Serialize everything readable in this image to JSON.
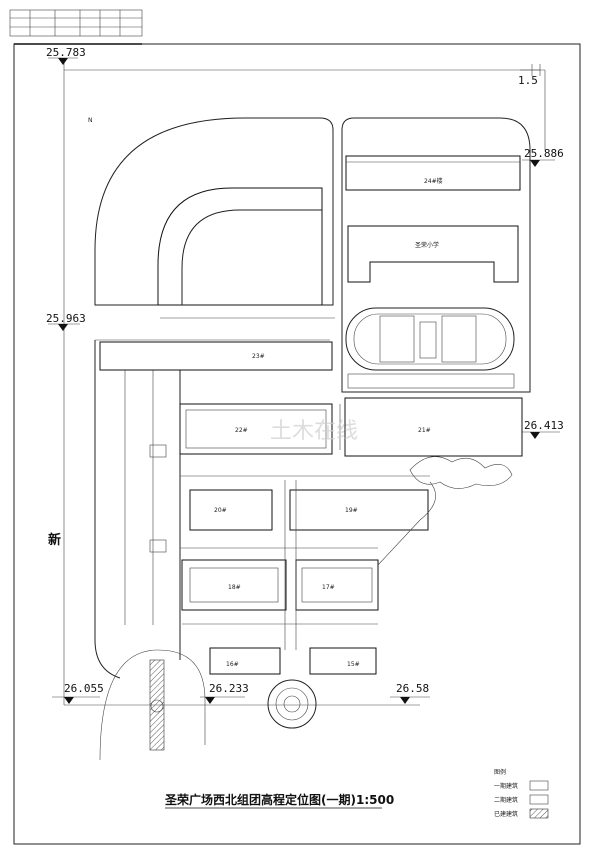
{
  "elevations": {
    "e1": "25.783",
    "e2": "1.5",
    "e3": "25.886",
    "e4": "25.963",
    "e5": "26.413",
    "e6": "26.055",
    "e7": "26.233",
    "e8": "26.58"
  },
  "north_mark": "N",
  "side_label": "新",
  "buildings": {
    "b24": "24#楼",
    "school": "圣荣小学",
    "b23": "23#",
    "b22": "22#",
    "b21": "21#",
    "b20": "20#",
    "b19": "19#",
    "b18": "18#",
    "b17": "17#",
    "b16": "16#",
    "b15": "15#"
  },
  "legend": {
    "heading": "图例",
    "item1": "一期建筑",
    "item2": "二期建筑",
    "item3": "已建建筑"
  },
  "watermark": "土木在线",
  "title": "圣荣广场西北组团高程定位图(一期)1:500"
}
